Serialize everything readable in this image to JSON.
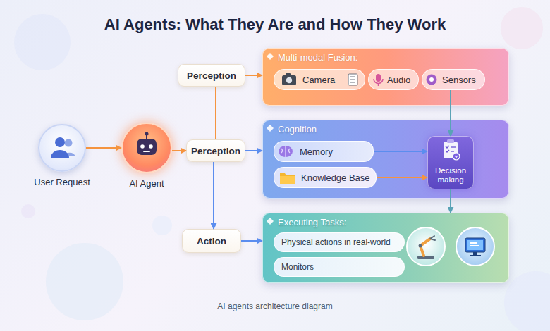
{
  "diagram": {
    "title": "AI Agents: What They Are and How They Work",
    "caption": "AI agents architecture diagram",
    "nodes": [
      {
        "text": [
          "User Request"
        ]
      },
      {
        "text": [
          "AI Agent"
        ]
      },
      {
        "text": [
          "Perception"
        ]
      },
      {
        "text": [
          "Perception"
        ]
      },
      {
        "text": [
          "Action"
        ]
      },
      {
        "text": [
          "Multi-modal Fusion:"
        ]
      },
      {
        "text": [
          "Camera"
        ],
        "in": 5
      },
      {
        "text": [
          "Audio"
        ],
        "in": 5
      },
      {
        "text": [
          "Sensors"
        ],
        "in": 5
      },
      {
        "text": [
          "Cognition"
        ]
      },
      {
        "text": [
          "Memory"
        ],
        "in": 9
      },
      {
        "text": [
          "Knowledge Base"
        ],
        "in": 9
      },
      {
        "text": [
          "Decision making"
        ],
        "in": 9
      },
      {
        "text": [
          "Executing Tasks:"
        ]
      },
      {
        "text": [
          "Physical actions in real-world"
        ],
        "in": 13
      },
      {
        "text": [
          "Monitors"
        ],
        "in": 13
      }
    ],
    "edges": [
      {
        "from": 0,
        "to": 1,
        "arrow": "to"
      },
      {
        "from": 1,
        "to": 3,
        "arrow": "to"
      },
      {
        "from": 3,
        "to": 2,
        "arrow": "none"
      },
      {
        "from": 3,
        "to": 4,
        "arrow": "to"
      },
      {
        "from": 2,
        "to": 5,
        "arrow": "to"
      },
      {
        "from": 3,
        "to": 9,
        "arrow": "to"
      },
      {
        "from": 4,
        "to": 13,
        "arrow": "to"
      },
      {
        "from": 8,
        "to": 12,
        "arrow": "to"
      },
      {
        "from": 10,
        "to": 12,
        "arrow": "to"
      },
      {
        "from": 11,
        "to": 12,
        "arrow": "to"
      },
      {
        "from": 12,
        "to": 13,
        "arrow": "to"
      }
    ]
  }
}
